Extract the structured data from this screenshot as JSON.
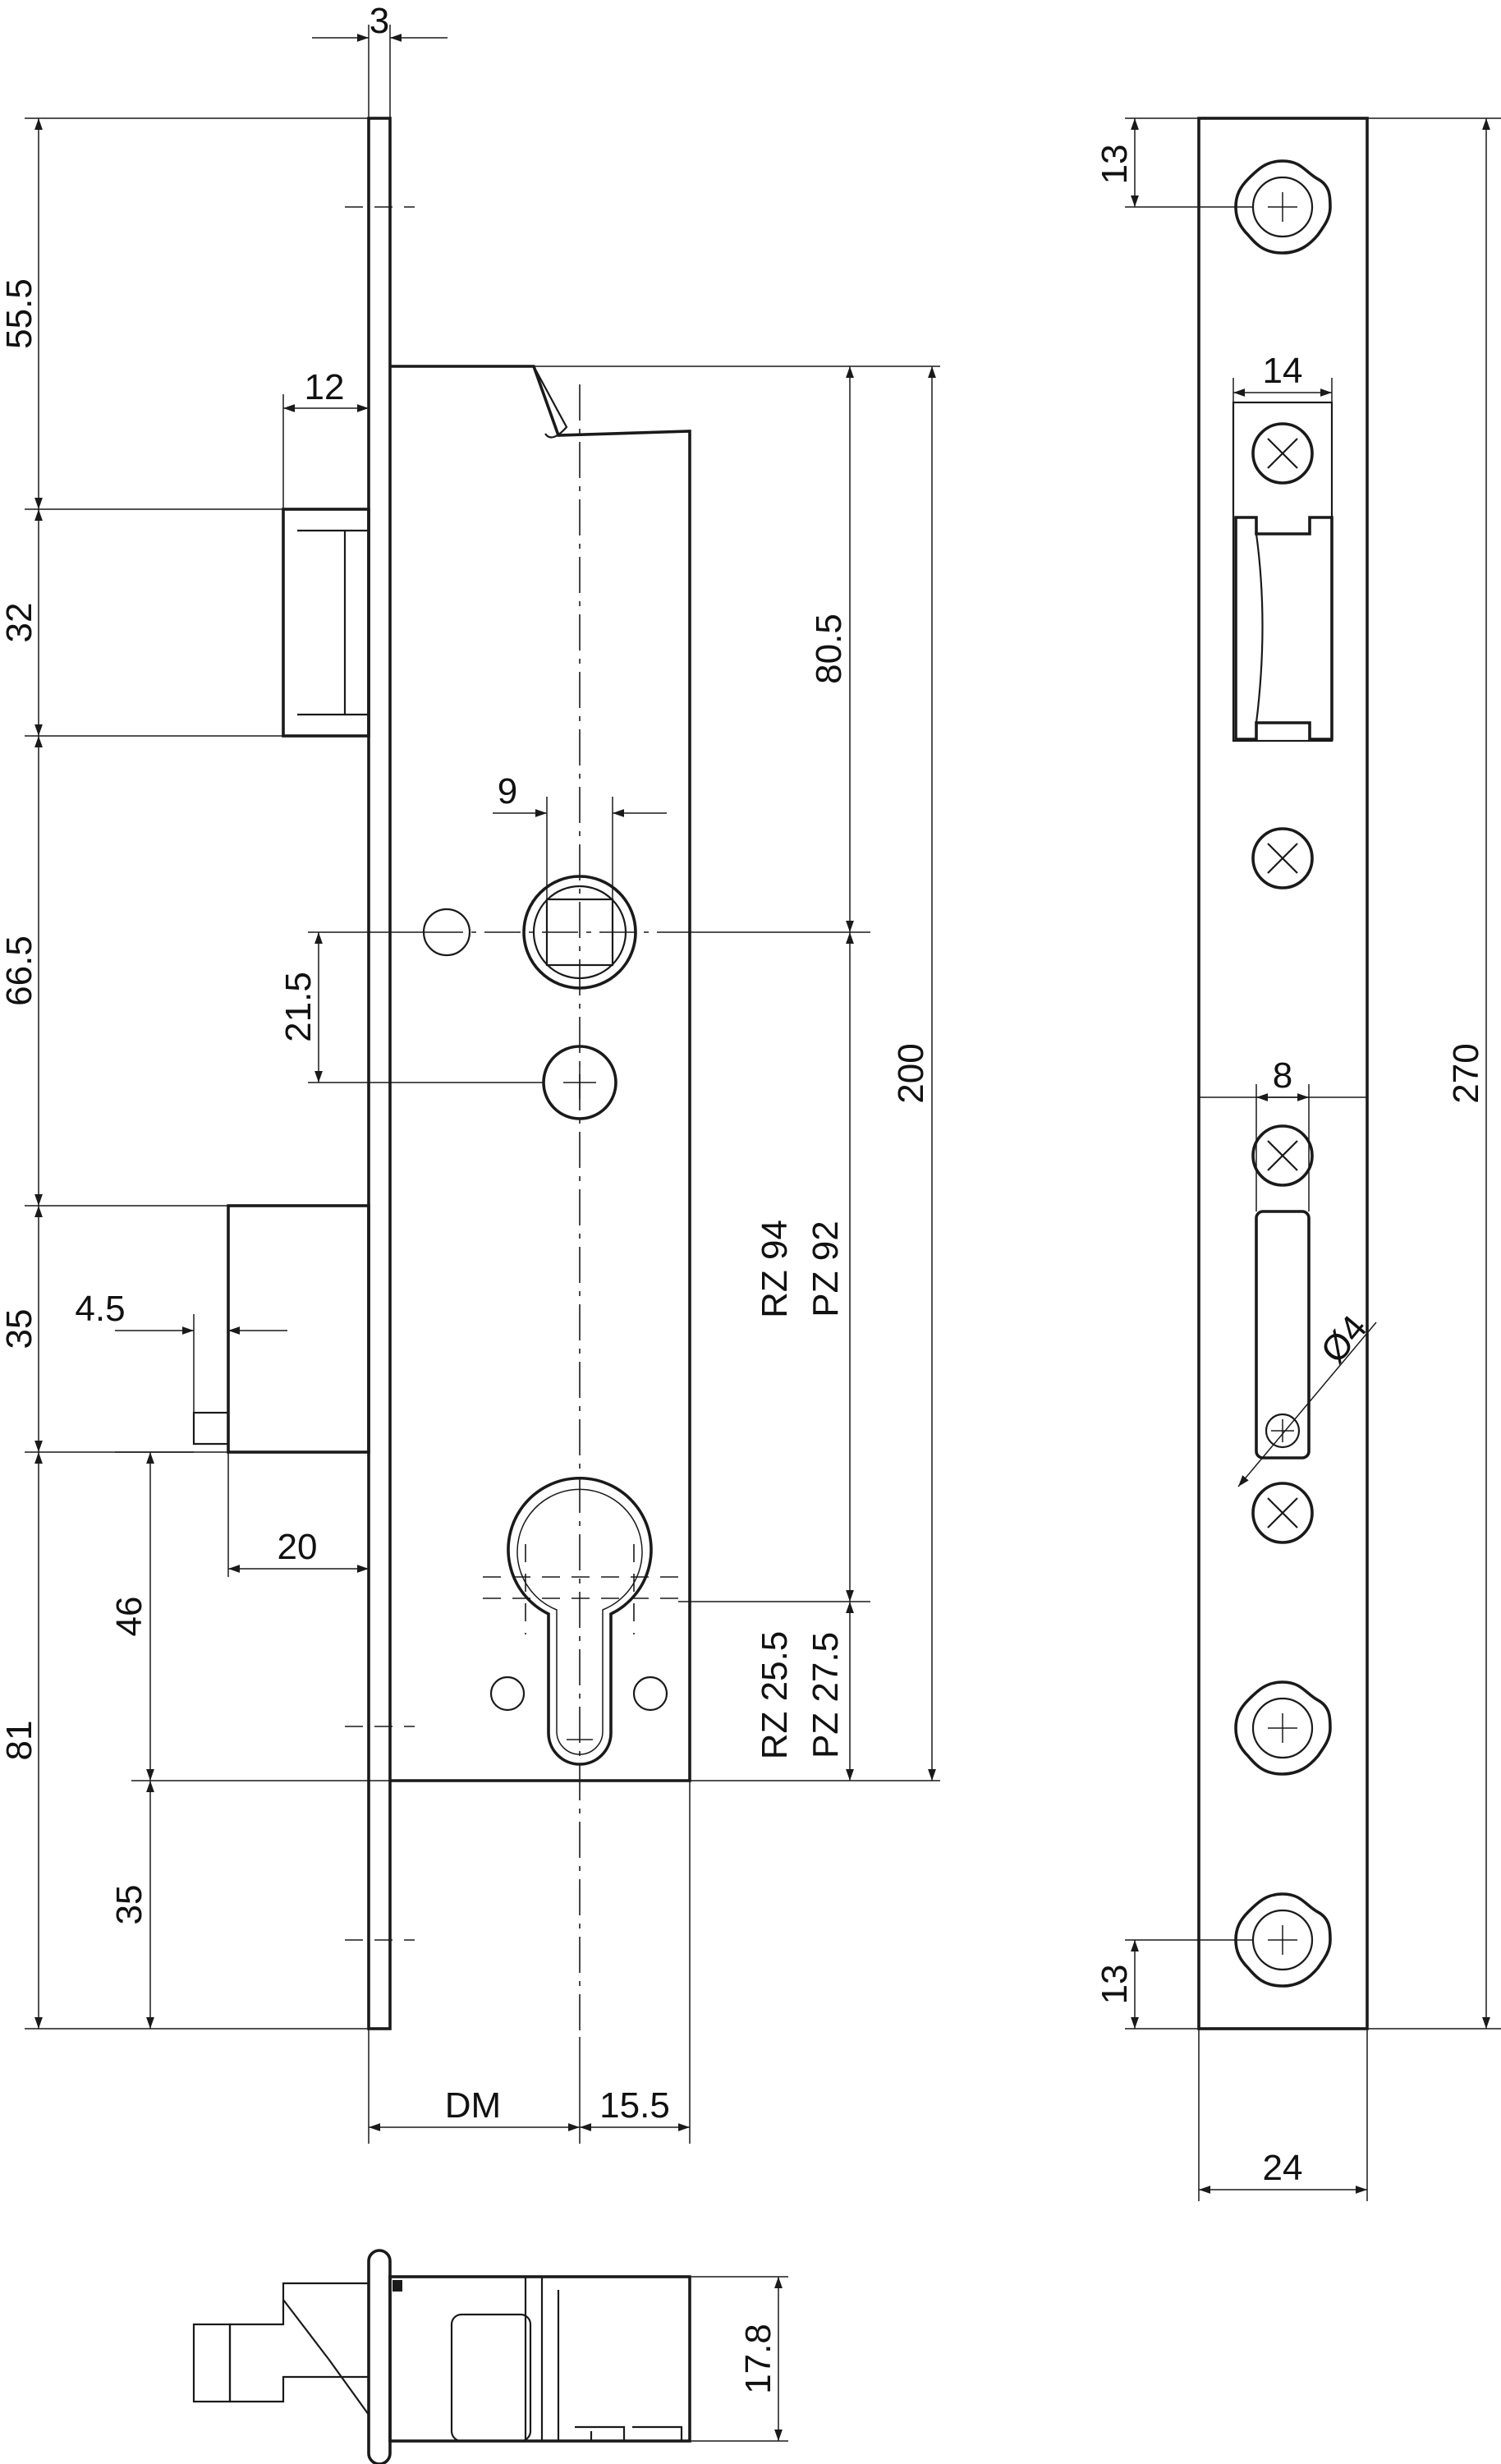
{
  "dimensions": {
    "left_view": {
      "faceplate_thickness": "3",
      "top_to_latch": "55.5",
      "latch_height": "32",
      "latch_to_bolt": "66.5",
      "bolt_height": "35",
      "bolt_to_bottom": "81",
      "latch_projection": "12",
      "spindle_width": "9",
      "spindle_to_hole": "21.5",
      "bolt_step": "4.5",
      "bolt_projection": "20",
      "case_lower": "46",
      "bottom_section": "35",
      "case_top_to_spindle": "80.5",
      "case_height": "200",
      "rz_distance": "RZ 94",
      "pz_distance": "PZ 92",
      "rz_cylinder": "RZ 25.5",
      "pz_cylinder": "PZ 27.5",
      "backset": "DM",
      "cylinder_offset": "15.5"
    },
    "right_view": {
      "top_screw": "13",
      "latch_opening_width": "14",
      "bolt_opening_width": "8",
      "hole_diameter": "Ø4",
      "total_length": "270",
      "bottom_screw": "13",
      "faceplate_width": "24"
    },
    "bottom_view": {
      "case_depth": "17.8"
    }
  }
}
